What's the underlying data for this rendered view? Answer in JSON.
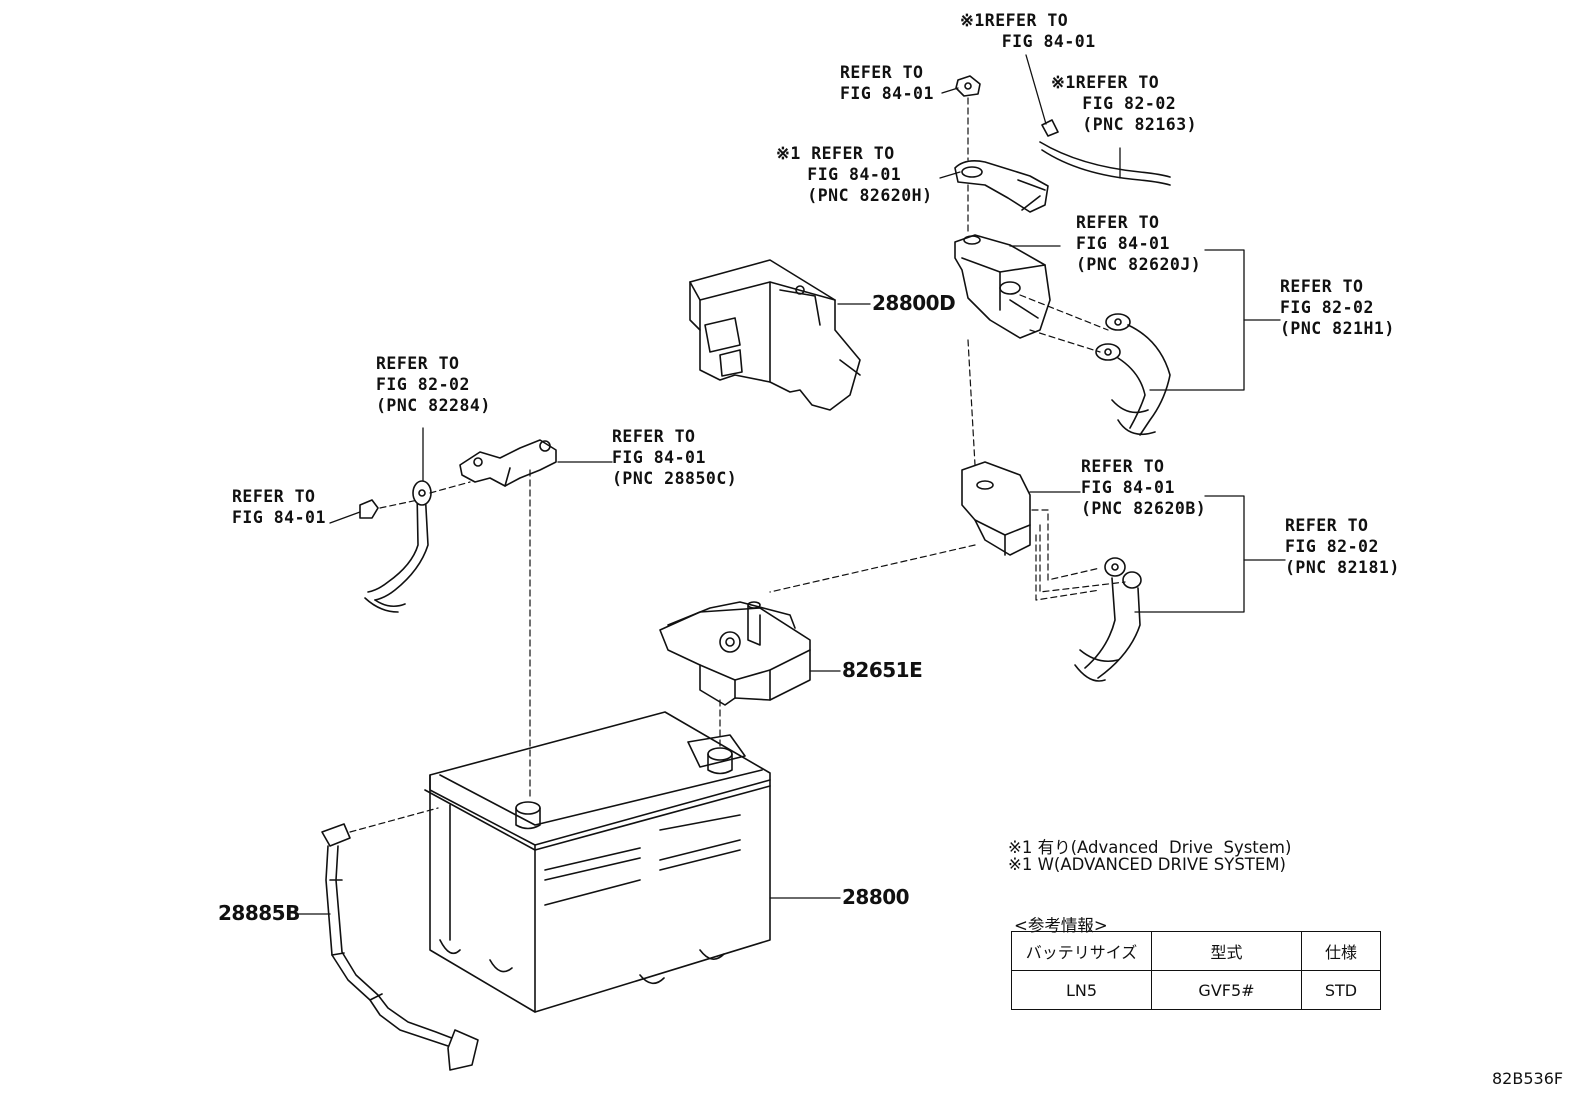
{
  "figure_code": "82B536F",
  "callouts": [
    {
      "id": "c1",
      "lines": [
        "※1REFER TO",
        "    FIG 84-01"
      ]
    },
    {
      "id": "c2",
      "lines": [
        "REFER TO",
        "FIG 84-01"
      ]
    },
    {
      "id": "c3",
      "lines": [
        "※1REFER TO",
        "   FIG 82-02",
        "   (PNC 82163)"
      ]
    },
    {
      "id": "c4",
      "lines": [
        "※1 REFER TO",
        "   FIG 84-01",
        "   (PNC 82620H)"
      ]
    },
    {
      "id": "c5",
      "lines": [
        "REFER TO",
        "FIG 84-01",
        "(PNC 82620J)"
      ]
    },
    {
      "id": "c6",
      "lines": [
        "REFER TO",
        "FIG 82-02",
        "(PNC 821H1)"
      ]
    },
    {
      "id": "c7",
      "lines": [
        "REFER TO",
        "FIG 82-02",
        "(PNC 82284)"
      ]
    },
    {
      "id": "c8",
      "lines": [
        "REFER TO",
        "FIG 84-01",
        "(PNC 28850C)"
      ]
    },
    {
      "id": "c9",
      "lines": [
        "REFER TO",
        "FIG 84-01"
      ]
    },
    {
      "id": "c10",
      "lines": [
        "REFER TO",
        "FIG 84-01",
        "(PNC 82620B)"
      ]
    },
    {
      "id": "c11",
      "lines": [
        "REFER TO",
        "FIG 82-02",
        "(PNC 82181)"
      ]
    }
  ],
  "part_numbers": {
    "p28800D": "28800D",
    "p82651E": "82651E",
    "p28800": "28800",
    "p28885B": "28885B"
  },
  "notes": {
    "line1": "※1 有り(Advanced  Drive  System)",
    "line2": "※1 W(ADVANCED DRIVE SYSTEM)",
    "ref_title": "<参考情報>"
  },
  "spec_table": {
    "headers": [
      "バッテリサイズ",
      "型式",
      "仕様"
    ],
    "row": [
      "LN5",
      "GVF5#",
      "STD"
    ]
  }
}
